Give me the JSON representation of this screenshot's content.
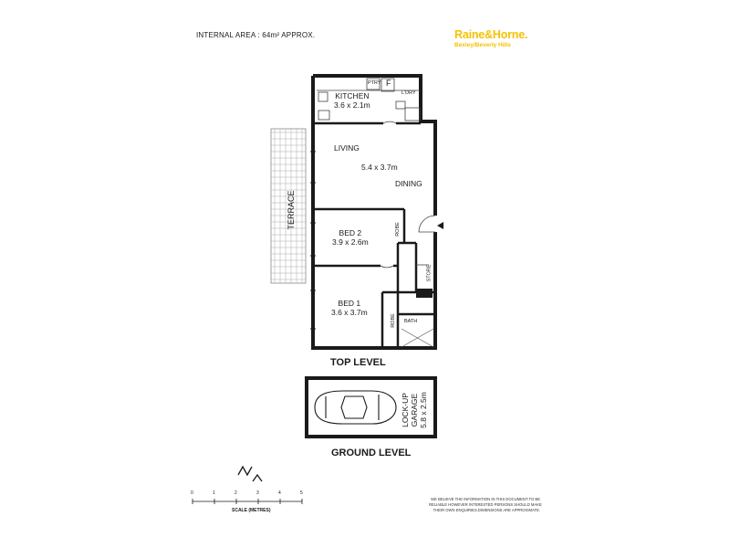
{
  "header": {
    "internal_area": "INTERNAL AREA : 64m² APPROX."
  },
  "brand": {
    "name": "Raine&Horne.",
    "office": "Bexley/Beverly Hills",
    "color": "#f5c200"
  },
  "rooms": {
    "kitchen": {
      "name": "KITCHEN",
      "size": "3.6 x 2.1m"
    },
    "pantry": {
      "name": "PTRY"
    },
    "fridge": {
      "name": "F"
    },
    "laundry": {
      "name": "L'DRY"
    },
    "living": {
      "name": "LIVING"
    },
    "living_size": "5.4 x 3.7m",
    "dining": {
      "name": "DINING"
    },
    "terrace": {
      "name": "TERRACE"
    },
    "bed2": {
      "name": "BED 2",
      "size": "3.9 x 2.6m"
    },
    "robe_bed2": "ROBE",
    "store": "STORE",
    "bed1": {
      "name": "BED 1",
      "size": "3.6 x 3.7m"
    },
    "robe_bed1": "ROBE",
    "bath": "BATH"
  },
  "levels": {
    "top": "TOP LEVEL",
    "ground": "GROUND LEVEL"
  },
  "garage": {
    "name_line1": "LOCK-UP",
    "name_line2": "GARAGE",
    "size": "5.8 x 2.5m"
  },
  "compass": {
    "label": "N"
  },
  "scale": {
    "title": "SCALE (METRES)",
    "ticks": [
      "0",
      "1",
      "2",
      "3",
      "4",
      "5"
    ]
  },
  "disclaimer": {
    "line1": "WE BELIEVE THE INFORMATION IN THIS DOCUMENT TO BE",
    "line2": "RELIABLE HOWEVER INTERESTED PERSONS SHOULD MAKE",
    "line3": "THEIR OWN ENQUIRIES.DIMENSIONS ARE APPROXIMATE."
  }
}
